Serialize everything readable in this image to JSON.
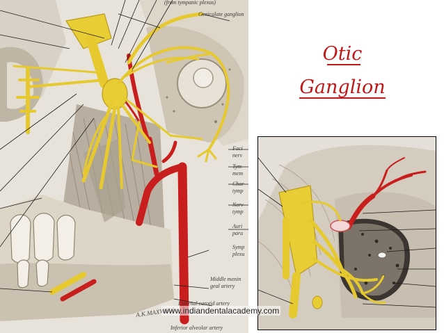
{
  "slide": {
    "title_line1": "Otic",
    "title_line2": "Ganglion",
    "watermark": "www.indiandentalacademy.com",
    "accent_color": "#c01818"
  },
  "left_figure": {
    "labels": {
      "tympanic_plexus": "(from tympanic plexus)",
      "geniculate_ganglion": "Geniculate ganglion",
      "faci": "Faci",
      "nerv": "nerv",
      "tymp": "Tym",
      "memb": "mem",
      "chor": "Chor",
      "tymp2": "tymp",
      "nerv2": "Nerv",
      "tymp3": "tymp",
      "auri": "Auri",
      "para": "para",
      "symp": "Symp",
      "plexu": "plexu",
      "middle_meningeal_1": "Middle menin",
      "middle_meningeal_2": "geal artery",
      "ext_carotid": "External carotid artery",
      "inf_alveolar": "Inferior alveolar artery",
      "signature": "A.K.MAXWELL"
    }
  },
  "right_figure": {}
}
